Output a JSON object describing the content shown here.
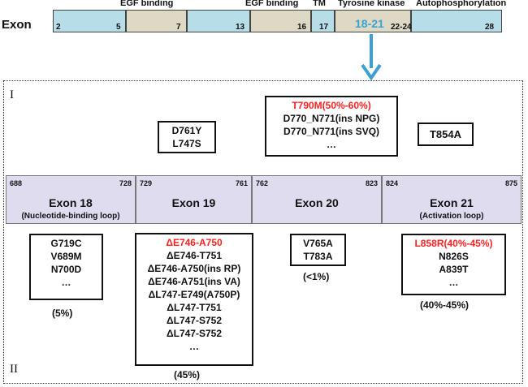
{
  "exon_bar": {
    "label": "Exon",
    "numbers": [
      "2",
      "5",
      "7",
      "13",
      "16",
      "17",
      "22-24",
      "28"
    ],
    "tk_range": "18-21",
    "domains": [
      "EGF binding",
      "EGF binding",
      "TM",
      "Tyrosine kinase",
      "Autophosphorylation"
    ]
  },
  "colors": {
    "blue": "#b7dde8",
    "tan": "#ddd9c4",
    "band": "#e0dcf0",
    "arrow": "#3aa1d1",
    "highlight": "#ff2222"
  },
  "panel": {
    "roman_top": "I",
    "roman_bottom": "II"
  },
  "top_boxes": {
    "b1": [
      "D761Y",
      "L747S"
    ],
    "b2": [
      "T790M(50%-60%)",
      "D770_N771(ins NPG)",
      "D770_N771(ins SVQ)",
      "…"
    ],
    "b3": [
      "T854A"
    ]
  },
  "exons": [
    {
      "start": "688",
      "end": "728",
      "title": "Exon 18",
      "sub": "(Nucleotide-binding loop)"
    },
    {
      "start": "729",
      "end": "761",
      "title": "Exon 19",
      "sub": ""
    },
    {
      "start": "762",
      "end": "823",
      "title": "Exon 20",
      "sub": ""
    },
    {
      "start": "824",
      "end": "875",
      "title": "Exon 21",
      "sub": "(Activation loop)"
    }
  ],
  "bottom_boxes": {
    "e18": [
      "G719C",
      "V689M",
      "N700D",
      "…"
    ],
    "e19": [
      "ΔE746-A750",
      "ΔE746-T751",
      "ΔE746-A750(ins RP)",
      "ΔE746-A751(ins VA)",
      "ΔL747-E749(A750P)",
      "ΔL747-T751",
      "ΔL747-S752",
      "ΔL747-S752",
      "…"
    ],
    "e20": [
      "V765A",
      "T783A"
    ],
    "e21": [
      "L858R(40%-45%)",
      "N826S",
      "A839T",
      "…"
    ]
  },
  "percentages": {
    "e18": "(5%)",
    "e19": "(45%)",
    "e20": "(<1%)",
    "e21": "(40%-45%)"
  }
}
